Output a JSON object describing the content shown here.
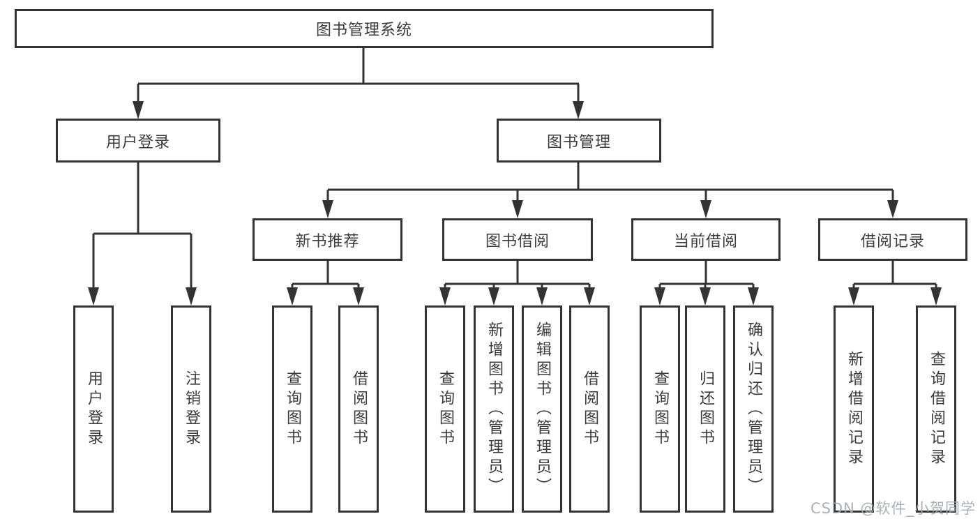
{
  "diagram": {
    "tree": {
      "label": "图书管理系统",
      "children": [
        {
          "label": "用户登录",
          "children": [
            {
              "label": "用户登录"
            },
            {
              "label": "注销登录"
            }
          ]
        },
        {
          "label": "图书管理",
          "children": [
            {
              "label": "新书推荐",
              "children": [
                {
                  "label": "查询图书"
                },
                {
                  "label": "借阅图书"
                }
              ]
            },
            {
              "label": "图书借阅",
              "children": [
                {
                  "label": "查询图书"
                },
                {
                  "label": "新增图书（管理员）"
                },
                {
                  "label": "编辑图书（管理员）"
                },
                {
                  "label": "借阅图书"
                }
              ]
            },
            {
              "label": "当前借阅",
              "children": [
                {
                  "label": "查询图书"
                },
                {
                  "label": "归还图书"
                },
                {
                  "label": "确认归还（管理员）"
                }
              ]
            },
            {
              "label": "借阅记录",
              "children": [
                {
                  "label": "新增借阅记录"
                },
                {
                  "label": "查询借阅记录"
                }
              ]
            }
          ]
        }
      ]
    },
    "watermark": "CSDN @软件_小贺同学",
    "colors": {
      "line": "#333333",
      "box_border": "#333333",
      "box_fill": "#ffffff",
      "text": "#3b3b3b",
      "watermark": "#a5a8b0",
      "background": "#ffffff"
    }
  }
}
